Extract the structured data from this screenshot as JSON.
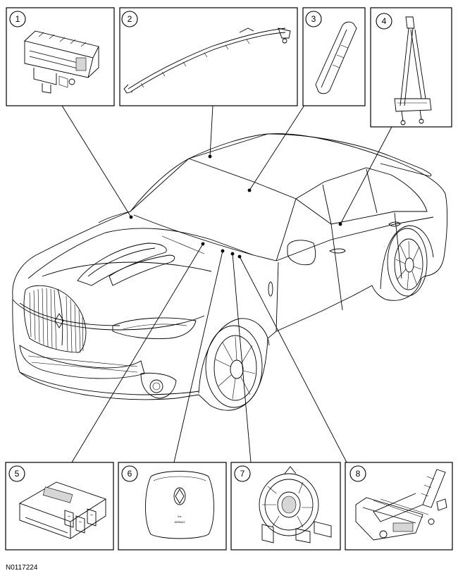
{
  "diagram_title": "",
  "panels": [
    {
      "number": "1"
    },
    {
      "number": "2"
    },
    {
      "number": "3"
    },
    {
      "number": "4"
    },
    {
      "number": "5"
    },
    {
      "number": "6"
    },
    {
      "number": "7"
    },
    {
      "number": "8"
    }
  ],
  "steering_pad_marks": {
    "top": "lnc",
    "bottom": "AIRBAG"
  },
  "reference_code": "N0117224"
}
